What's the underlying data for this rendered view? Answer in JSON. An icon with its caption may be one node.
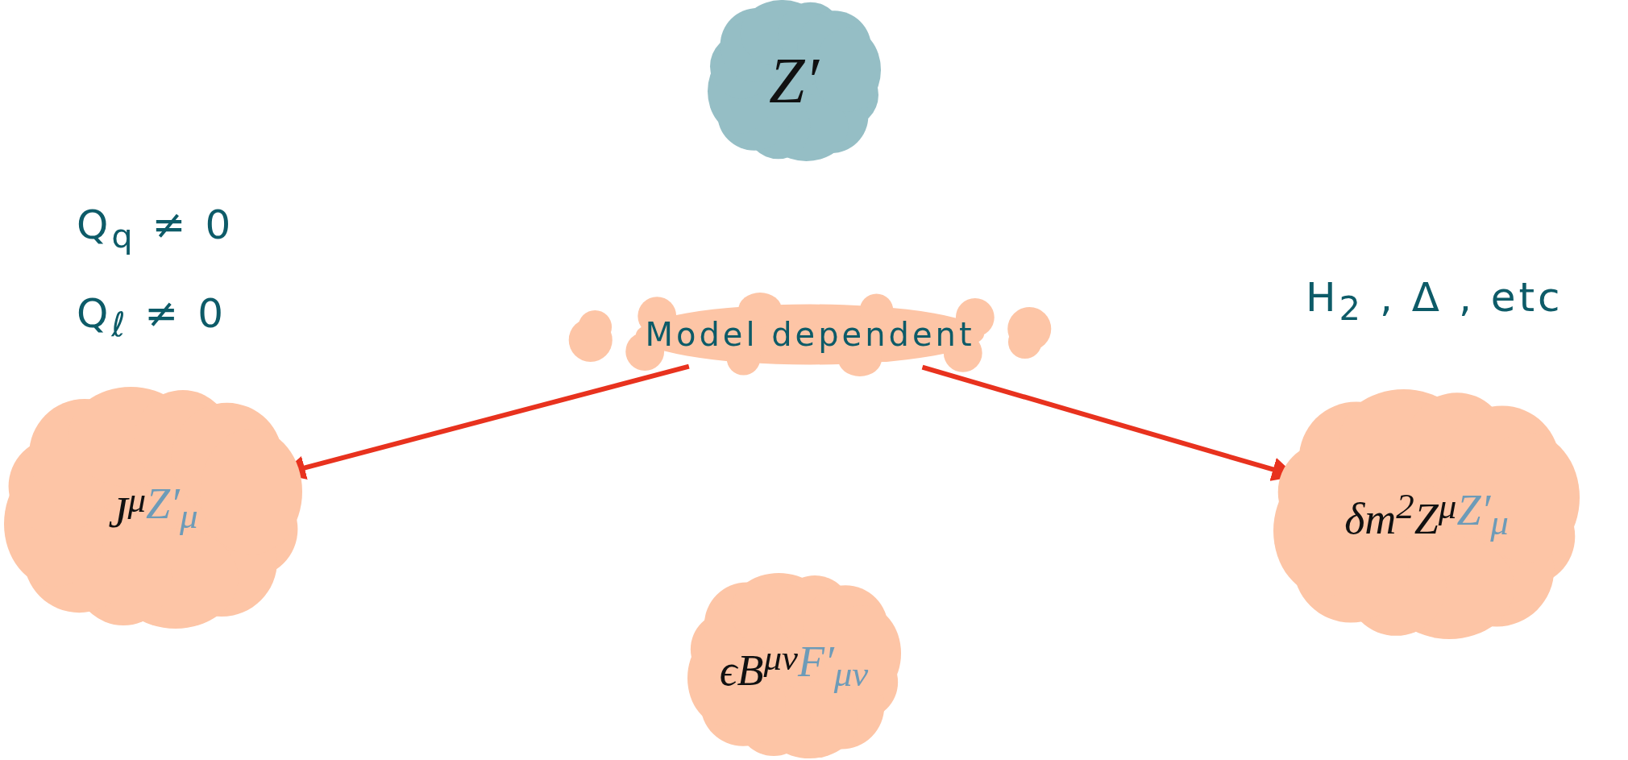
{
  "diagram": {
    "nodes": [
      {
        "text": [
          "Z′"
        ]
      },
      {
        "text": [
          "Model dependent"
        ]
      },
      {
        "text": [
          "J$^{μ}$",
          "Z′$_{μ}$"
        ]
      },
      {
        "text": [
          "δm$^{2}$Z$^{μ}$",
          "Z′$_{μ}$"
        ]
      },
      {
        "text": [
          "ϵB$^{μν}$",
          "F′$_{μν}$"
        ]
      }
    ],
    "edges": [
      {
        "from": 1,
        "to": 2,
        "arrow": "to"
      },
      {
        "from": 1,
        "to": 3,
        "arrow": "to"
      }
    ],
    "labels": [
      "Q$_{q}$ ≠ 0",
      "Q$_{ℓ}$ ≠ 0",
      "H$_{2}$ , Δ , etc"
    ]
  }
}
